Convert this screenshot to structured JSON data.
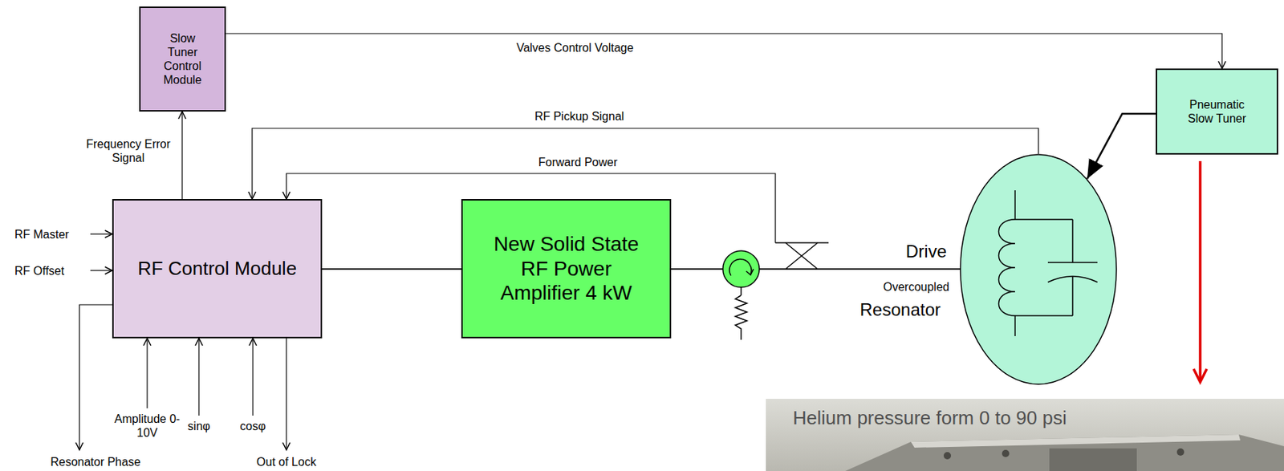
{
  "diagram": {
    "nodes": [
      {
        "text": [
          "Slow Tuner Control Module"
        ]
      },
      {
        "text": [
          "RF Control Module"
        ]
      },
      {
        "text": [
          "New Solid State RF Power Amplifier 4 kW"
        ]
      },
      {
        "text": [
          "Pneumatic Slow Tuner"
        ]
      },
      {
        "text": [
          "Resonator"
        ]
      }
    ],
    "edges": [
      {
        "from": 1,
        "to": 0,
        "label": "Frequency Error Signal",
        "arrow": "to"
      },
      {
        "from": 0,
        "to": 3,
        "label": "Valves Control Voltage",
        "arrow": "to"
      },
      {
        "from": 4,
        "to": 1,
        "label": "RF Pickup Signal",
        "arrow": "to"
      },
      {
        "from": 3,
        "to": 4,
        "arrow": "to"
      },
      {
        "from": 1,
        "to": 2,
        "arrow": "none"
      },
      {
        "from": 2,
        "to": 4,
        "label": "Drive",
        "arrow": "none"
      }
    ],
    "labels": [
      "Forward Power",
      "Overcoupled",
      "RF Master",
      "RF Offset",
      "Resonator Phase",
      "Amplitude 0-10V",
      "sinφ",
      "cosφ",
      "Out of Lock",
      "Helium pressure form 0 to 90 psi"
    ]
  }
}
